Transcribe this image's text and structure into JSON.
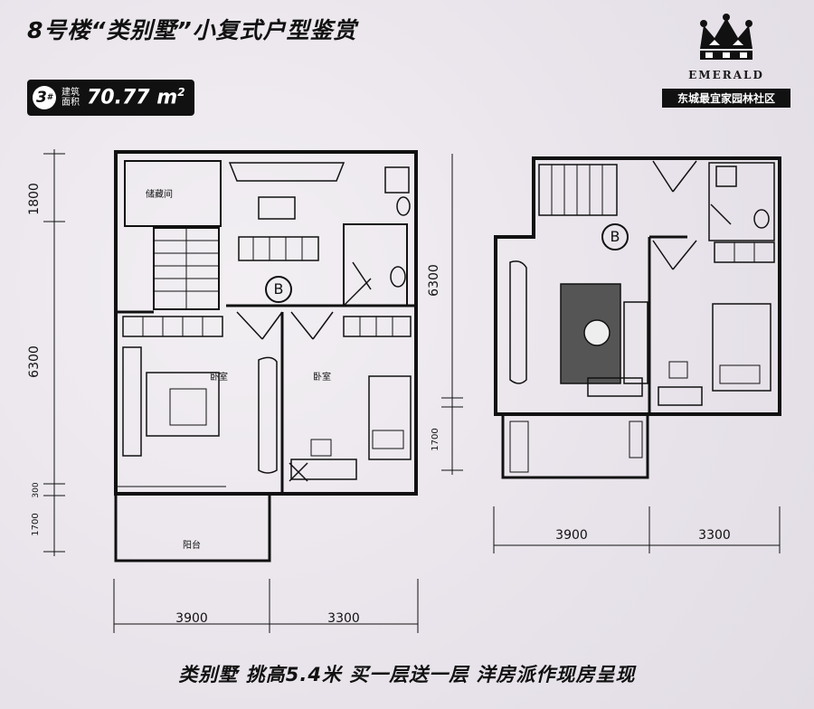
{
  "header": {
    "title": "8号楼“类别墅”小复式户型鉴赏",
    "badge_number": "3",
    "badge_suffix": "#",
    "badge_label_line1": "建筑",
    "badge_label_line2": "面积",
    "area_value": "70.77",
    "area_unit": "m",
    "area_sup": "2"
  },
  "logo": {
    "brand": "EMERALD",
    "subtitle": "东城最宜家园林社区"
  },
  "plan_left": {
    "dim_top": "1800",
    "dim_mid": "6300",
    "dim_bottom": "1700",
    "dim_small": "300",
    "dim_width_left": "3900",
    "dim_width_right": "3300",
    "room_storage": "储藏间",
    "room_bedroom_left": "卧室",
    "room_bedroom_right": "卧室",
    "room_balcony": "阳台",
    "marker": "B"
  },
  "plan_right": {
    "dim_mid": "6300",
    "dim_bottom": "1700",
    "dim_width_left": "3900",
    "dim_width_right": "3300",
    "marker": "B"
  },
  "footer": {
    "slogan": "类别墅 挑高5.4米 买一层送一层 洋房派作现房呈现"
  }
}
